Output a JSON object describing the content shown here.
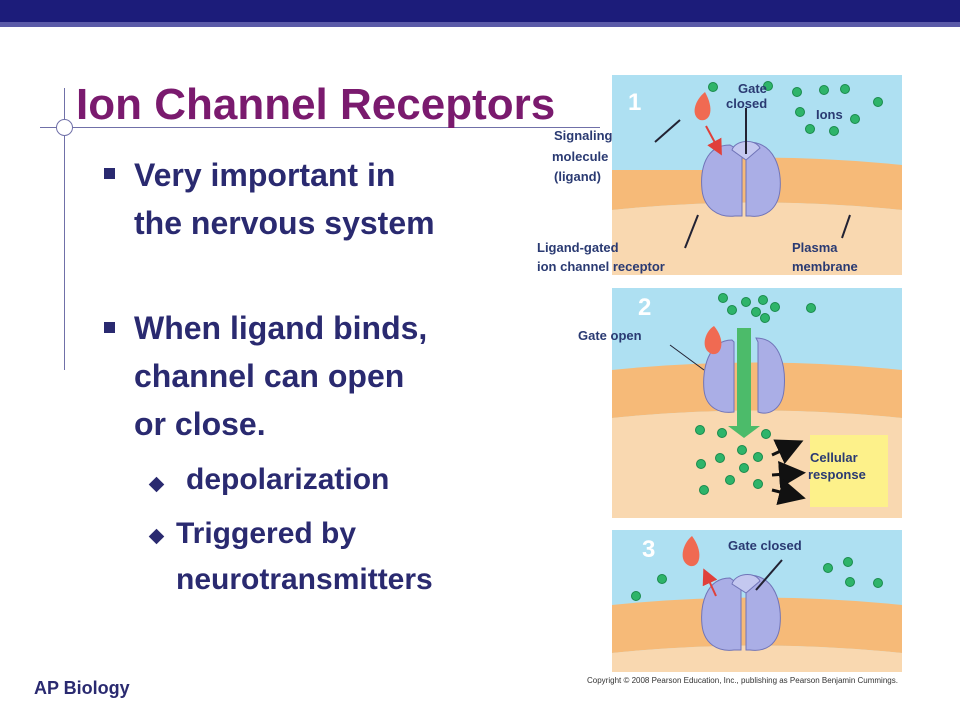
{
  "slide": {
    "title": "Ion Channel Receptors",
    "footer": "AP Biology",
    "bullets": [
      {
        "lines": [
          "Very important in",
          "the nervous system"
        ]
      },
      {
        "lines": [
          "When ligand binds,",
          "channel can open",
          "or close."
        ]
      }
    ],
    "subbullets": [
      {
        "lines": [
          "depolarization"
        ]
      },
      {
        "lines": [
          "Triggered by",
          "neurotransmitters"
        ]
      }
    ]
  },
  "figure": {
    "panel1": {
      "number": "1",
      "gate_label": [
        "Gate",
        "closed"
      ],
      "ions_label": "Ions",
      "signal_label": [
        "Signaling",
        "molecule",
        "(ligand)"
      ],
      "receptor_label": [
        "Ligand-gated",
        "ion channel  receptor"
      ],
      "membrane_label": [
        "Plasma",
        "membrane"
      ]
    },
    "panel2": {
      "number": "2",
      "gate_label": "Gate open",
      "response_label": [
        "Cellular",
        "response"
      ]
    },
    "panel3": {
      "number": "3",
      "gate_label": "Gate closed"
    },
    "copyright": "Copyright © 2008 Pearson Education, Inc., publishing as Pearson Benjamin Cummings.",
    "colors": {
      "extracellular": "#aee0f2",
      "membrane": "#f6ba78",
      "cytoplasm": "#f9d8b0",
      "protein": "#aaaee6",
      "ion": "#2eb46a",
      "ligand": "#f06a52",
      "response_box": "#fdf18a",
      "arrow_green": "#4cbb6a"
    }
  }
}
